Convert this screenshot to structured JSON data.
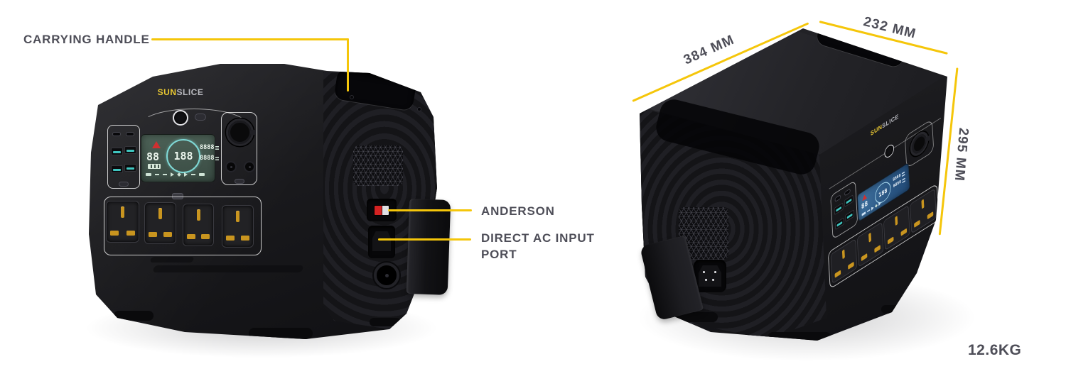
{
  "brand": {
    "sun": "SUN",
    "slice": "SLICE"
  },
  "labels": {
    "carrying_handle": "CARRYING HANDLE",
    "anderson": "ANDERSON",
    "direct_ac_input_port": "DIRECT AC INPUT PORT"
  },
  "dimensions": {
    "width_mm": "384 MM",
    "depth_mm": "232 MM",
    "height_mm": "295 MM",
    "weight": "12.6KG"
  },
  "display": {
    "battery_percent": "88",
    "main_value": "188",
    "aux_top": "8888",
    "aux_bottom": "8888"
  },
  "colors": {
    "leader_line": "#F5C60A",
    "label_text": "#4E4E58",
    "brand_yellow": "#E9C832",
    "usb_teal": "#3FC6C0",
    "outlet_gold": "#C9951F",
    "lcd_green_bg": "#41544B",
    "lcd_blue_bg": "#2C5885",
    "warning_red": "#CF3030",
    "body_black": "#1A1A1D"
  }
}
